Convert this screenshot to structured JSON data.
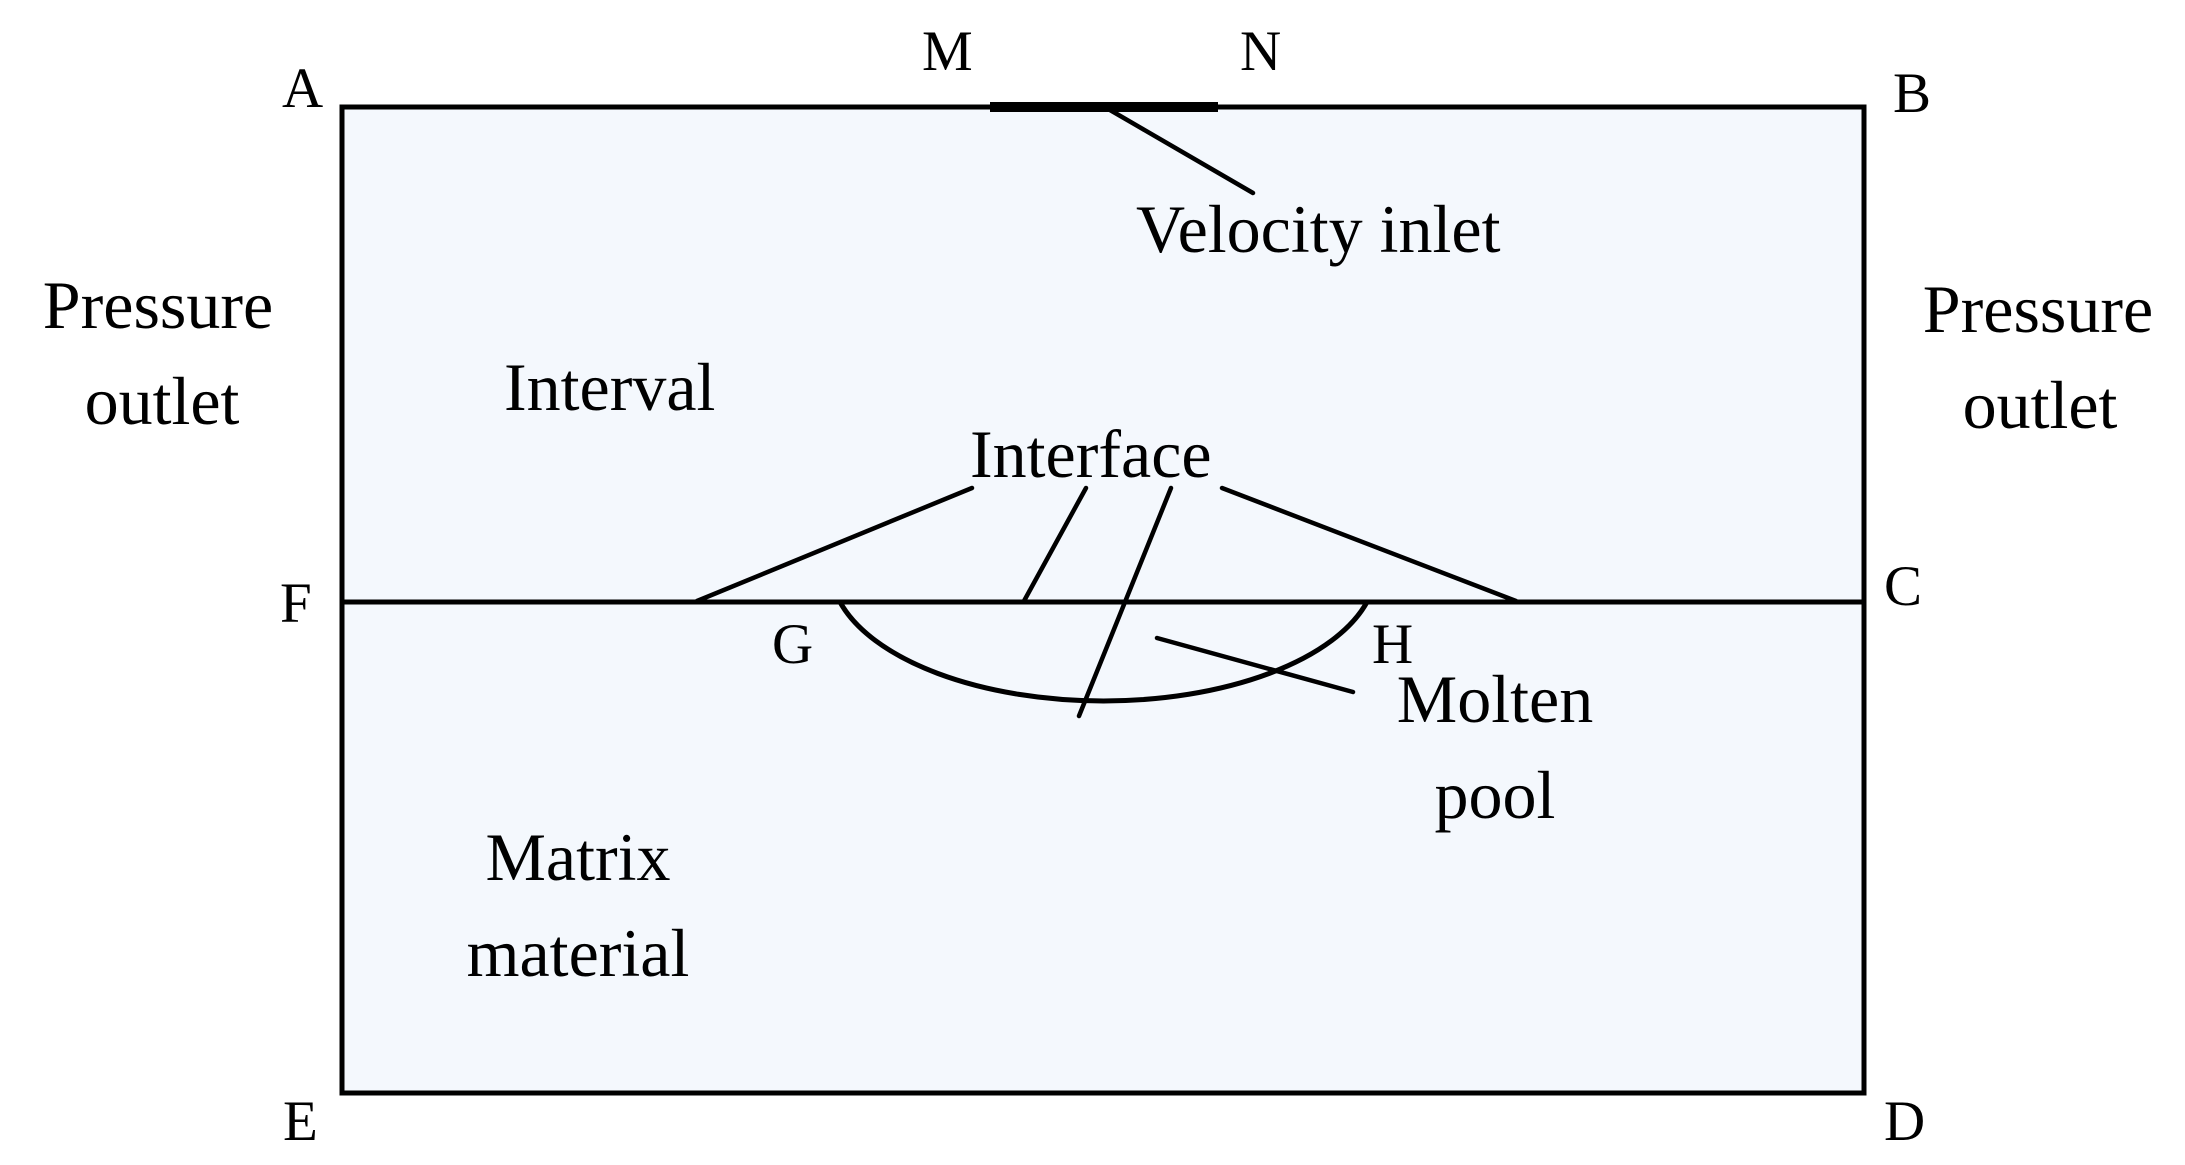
{
  "points": {
    "a": "A",
    "b": "B",
    "c": "C",
    "d": "D",
    "e": "E",
    "f": "F",
    "g": "G",
    "h": "H",
    "m": "M",
    "n": "N"
  },
  "labels": {
    "velocity_inlet": "Velocity inlet",
    "pressure_outlet_left_line1": "Pressure",
    "pressure_outlet_left_line2": "outlet",
    "pressure_outlet_right_line1": "Pressure",
    "pressure_outlet_right_line2": "outlet",
    "interval": "Interval",
    "interface": "Interface",
    "molten_pool_line1": "Molten",
    "molten_pool_line2": "pool",
    "matrix_material_line1": "Matrix",
    "matrix_material_line2": "material"
  },
  "colors": {
    "region_fill": "#f4f8fd",
    "line": "#000000",
    "background": "#ffffff"
  }
}
